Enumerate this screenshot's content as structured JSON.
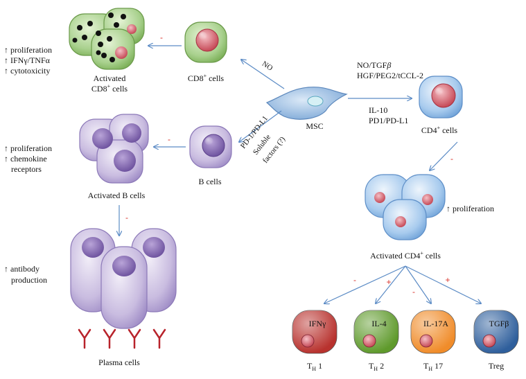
{
  "center": {
    "label": "MSC"
  },
  "cd8": {
    "cell_label": "CD8",
    "cell_sup": "+",
    "cell_suffix": " cells",
    "activated_line1": "Activated",
    "activated_line2": "CD8",
    "activated_sup": "+",
    "activated_suffix": " cells",
    "effects": [
      "↑ proliferation",
      "↑ IFNγ/TNFα",
      "↑ cytotoxicity"
    ],
    "arrow_sign": "-",
    "mediator": "NO"
  },
  "bcell": {
    "cell_label": "B cells",
    "activated_label": "Activated B cells",
    "effects": [
      "↑ proliferation",
      "↑ chemokine",
      "receptors"
    ],
    "arrow_sign": "-",
    "down_sign": "-",
    "mediator_1": "PD-1/PD-L1",
    "mediator_2": "Soluble",
    "mediator_3": "factors (?)"
  },
  "plasma": {
    "label": "Plasma cells",
    "effects": [
      "↑ antibody",
      "production"
    ]
  },
  "cd4": {
    "cell_label": "CD4",
    "cell_sup": "+",
    "cell_suffix": " cells",
    "activated_label": "Activated CD4",
    "activated_sup": "+",
    "activated_suffix": " cells",
    "effect": "↑ proliferation",
    "down_sign": "-",
    "mediator_top_1": "NO/TGF",
    "mediator_top_1_beta": "β",
    "mediator_top_2": "HGF/PEG2/tCCL-2",
    "mediator_bot_1": "IL-10",
    "mediator_bot_2": "PD1/PD-L1"
  },
  "subsets": [
    {
      "cytokine": "IFNγ",
      "name_main": "T",
      "name_sub": "H",
      "name_suffix": " 1",
      "sign": "-",
      "color": "#b8322e"
    },
    {
      "cytokine": "IL-4",
      "name_main": "T",
      "name_sub": "H",
      "name_suffix": " 2",
      "sign": "+",
      "color": "#5f9a2c"
    },
    {
      "cytokine": "IL-17A",
      "name_main": "T",
      "name_sub": "H",
      "name_suffix": " 17",
      "sign": "-",
      "color": "#f08c2a"
    },
    {
      "cytokine": "TGFβ",
      "name_main": "Treg",
      "name_sub": "",
      "name_suffix": "",
      "sign": "+",
      "color": "#2f5f9c"
    }
  ],
  "colors": {
    "arrow": "#5b8bc5",
    "sign": "#d8322a",
    "cd8_body": "#a9d18e",
    "cd8_nucleus": "#d9606a",
    "b_body": "#c3b4dc",
    "b_nucleus": "#8a6cb4",
    "cd4_body": "#9fc3ea",
    "cd4_nucleus": "#d9606a",
    "msc_body": "#a8c7e8",
    "msc_nucleus": "#d6f0f5",
    "antibody": "#b8232b"
  }
}
